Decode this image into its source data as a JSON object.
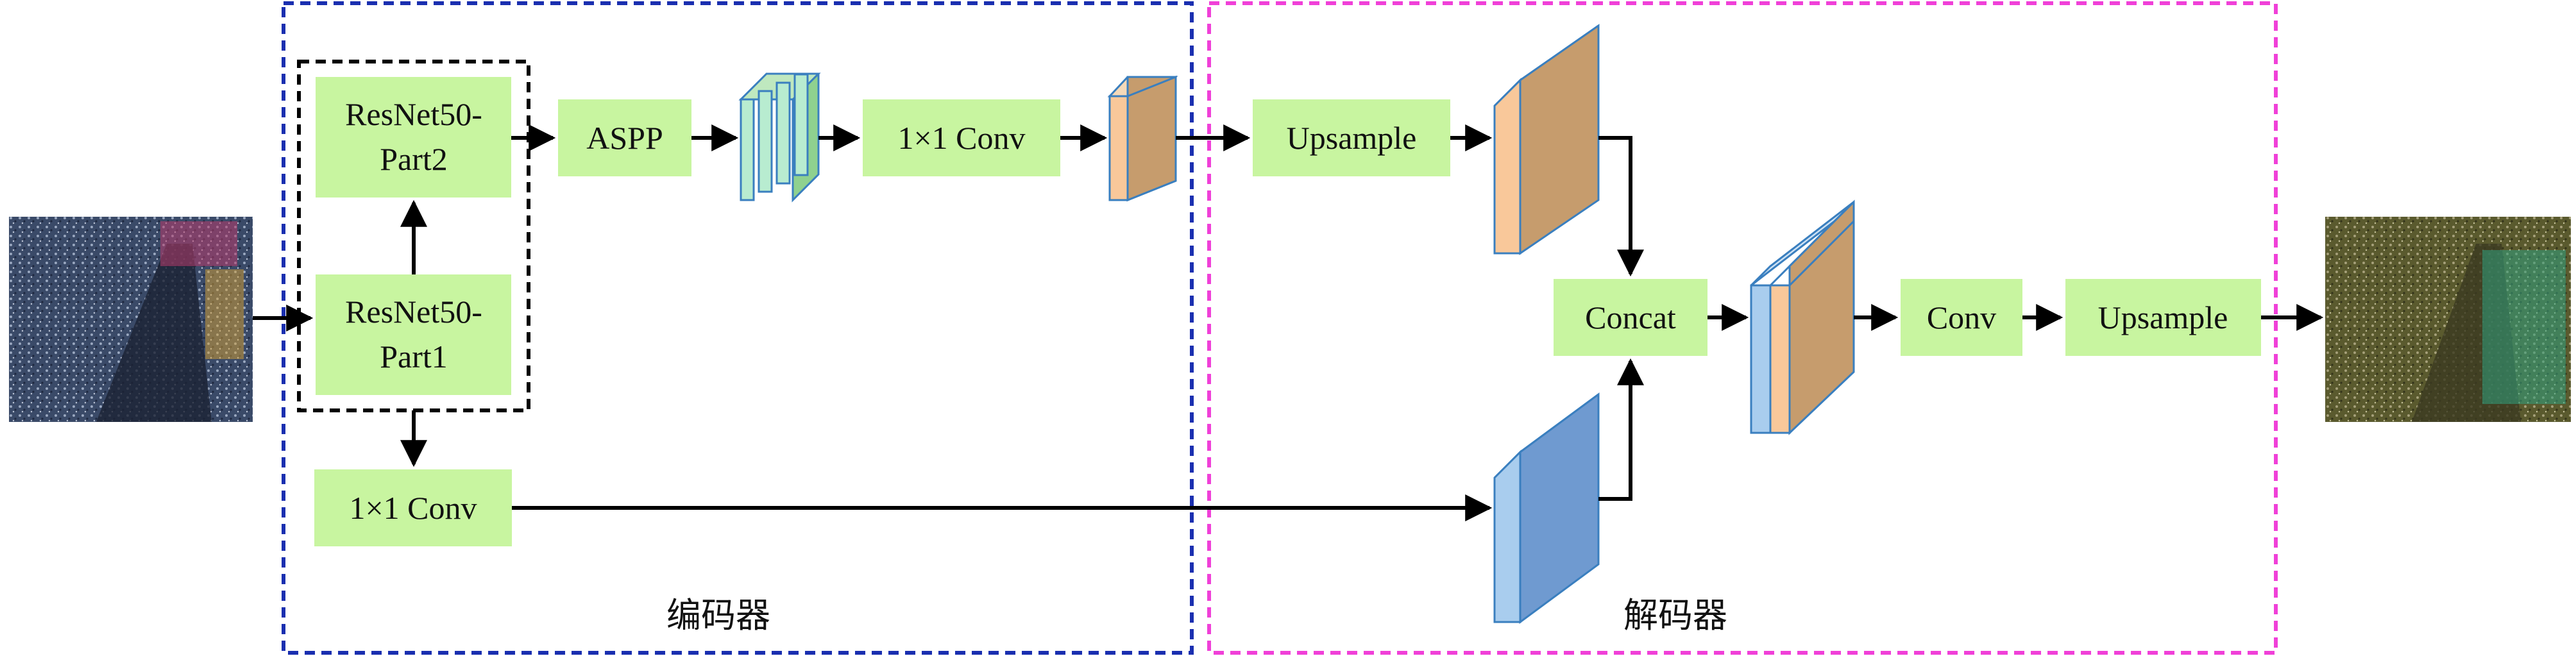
{
  "nodes": {
    "resnet_part2": [
      "ResNet50-",
      "Part2"
    ],
    "resnet_part1": [
      "ResNet50-",
      "Part1"
    ],
    "aspp": "ASPP",
    "conv1x1_top": "1×1 Conv",
    "conv1x1_bottom": "1×1 Conv",
    "upsample_decoder": "Upsample",
    "concat": "Concat",
    "conv": "Conv",
    "upsample_output": "Upsample"
  },
  "regions": {
    "encoder": "编码器",
    "decoder": "解码器"
  },
  "colors": {
    "encoder_border": "#1a2fb0",
    "decoder_border": "#f040d8",
    "backbone_border": "#000000",
    "node_fill": "#c8f5a0",
    "feature_orange": "#c69c6d",
    "feature_orange_front": "#f9c89a",
    "feature_blue": "#6f9ad0",
    "feature_blue_front": "#a9cdee",
    "feature_green": "#8fd18f"
  },
  "images": {
    "input": "input-image",
    "output": "segmentation-output-image"
  }
}
